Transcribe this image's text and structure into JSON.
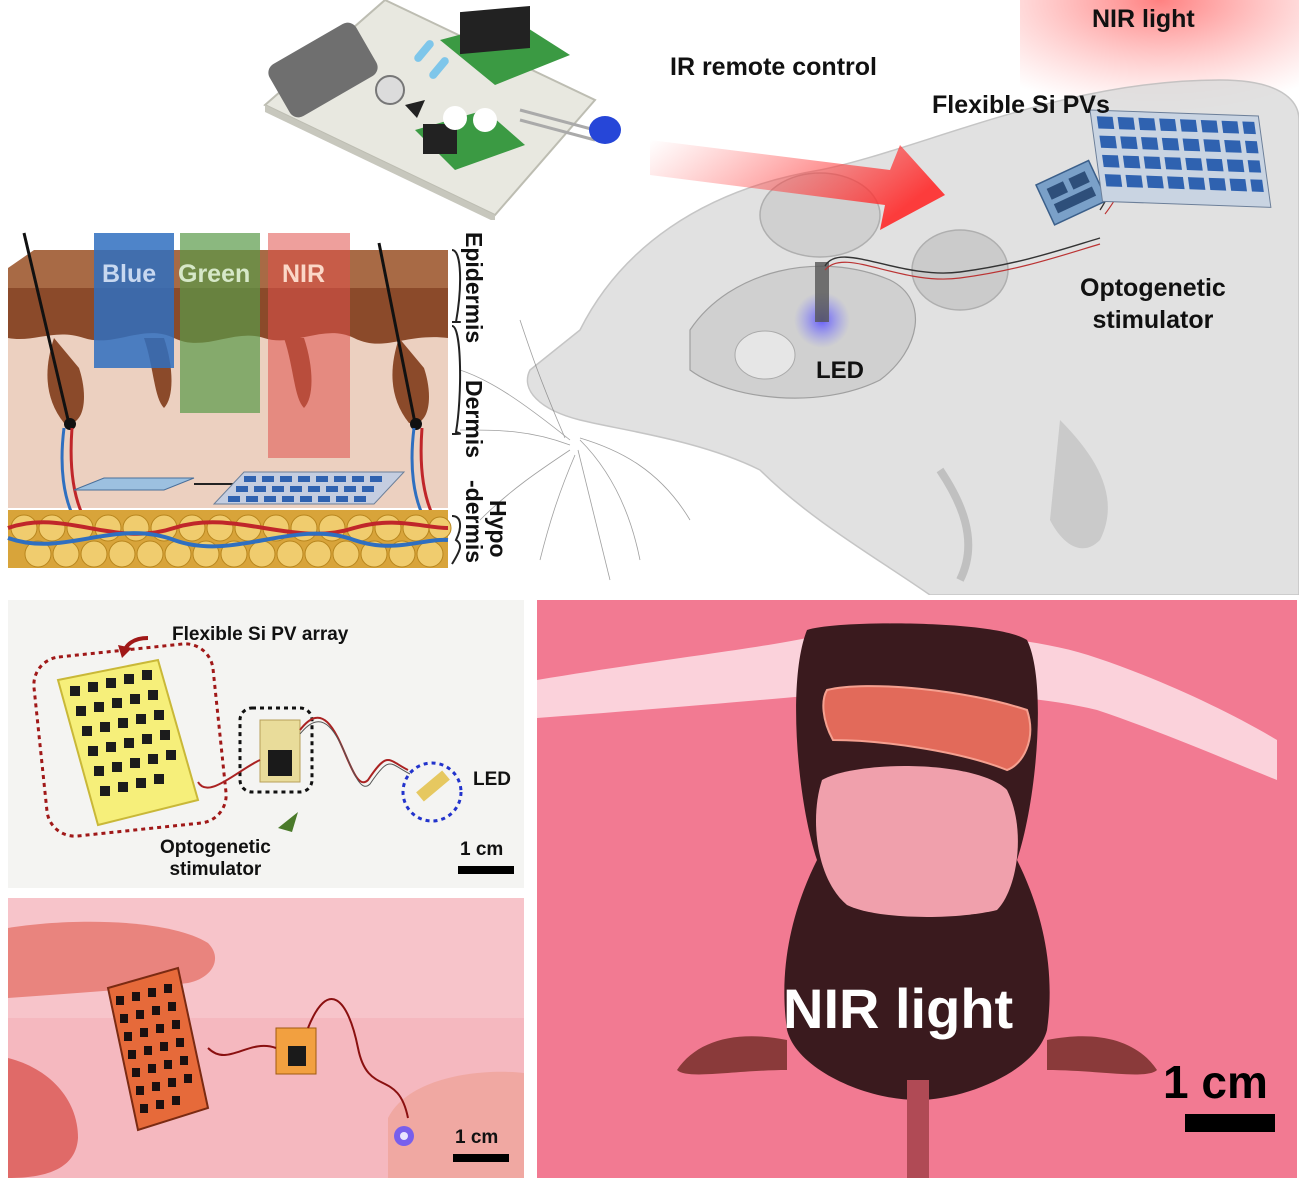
{
  "schematic": {
    "nir_light": "NIR light",
    "ir_remote_control": "IR remote control",
    "flexible_si_pvs": "Flexible Si PVs",
    "optogenetic_stimulator_line1": "Optogenetic",
    "optogenetic_stimulator_line2": "stimulator",
    "led": "LED"
  },
  "skin": {
    "wavelengths": [
      "Blue",
      "Green",
      "NIR"
    ],
    "layers": [
      "Epidermis",
      "Dermis",
      "Hypo",
      "-dermis"
    ],
    "colors": {
      "blue": "#2f6fc0",
      "green": "#5a9a48",
      "nir": "#e0504a",
      "epidermis": "#8b4a2a",
      "dermis": "#e9cdbd"
    }
  },
  "device_photo": {
    "array_label": "Flexible Si PV array",
    "stimulator_line1": "Optogenetic",
    "stimulator_line2": "stimulator",
    "led_label": "LED",
    "scale": "1 cm"
  },
  "hand_photo": {
    "scale": "1 cm"
  },
  "mouse_photo": {
    "nir_label": "NIR light",
    "scale": "1 cm"
  }
}
